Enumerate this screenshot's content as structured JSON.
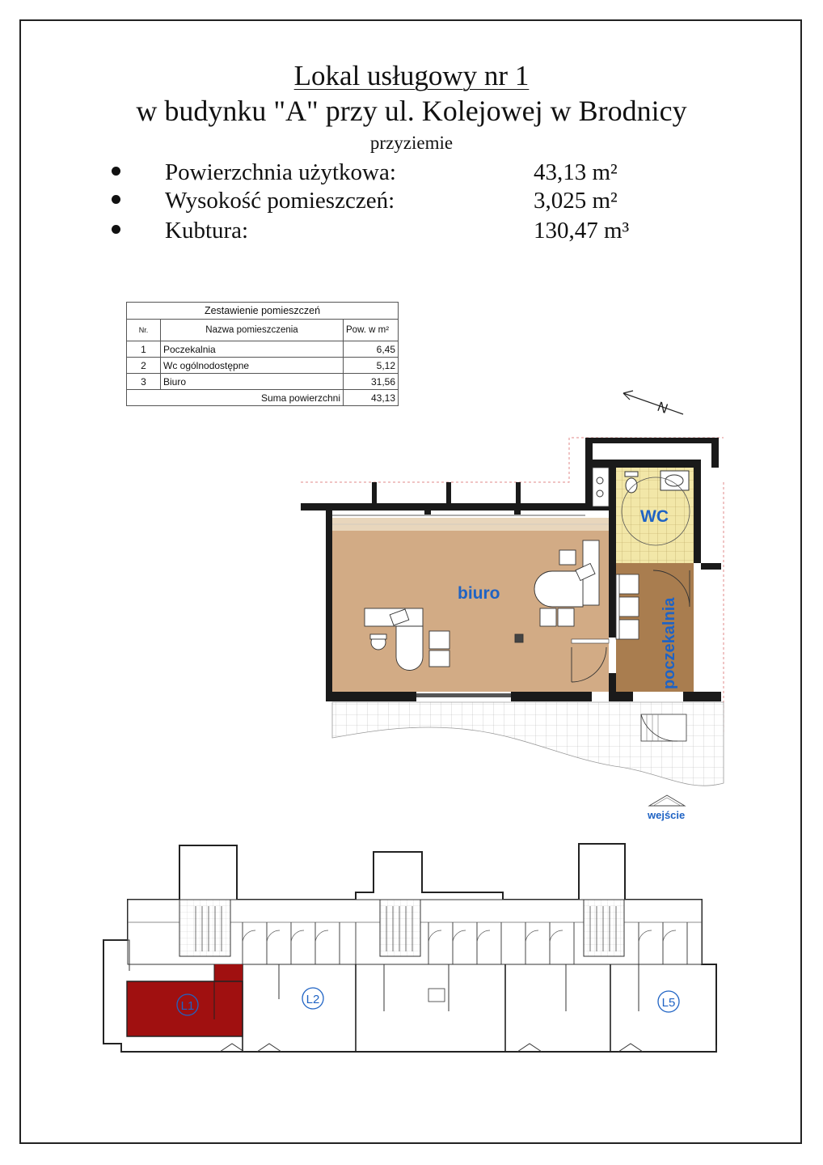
{
  "header": {
    "title": "Lokal usługowy nr 1",
    "subtitle": "w budynku \"A\" przy ul. Kolejowej w Brodnicy",
    "level": "przyziemie"
  },
  "specs": [
    {
      "label": "Powierzchnia użytkowa:",
      "value": "43,13 m²"
    },
    {
      "label": "Wysokość pomieszczeń:",
      "value": "3,025 m²"
    },
    {
      "label": "Kubtura:",
      "value": "130,47 m³"
    }
  ],
  "rooms_table": {
    "title": "Zestawienie pomieszczeń",
    "col_nr": "Nr.",
    "col_name": "Nazwa pomieszczenia",
    "col_area": "Pow. w m²",
    "rows": [
      {
        "nr": "1",
        "name": "Poczekalnia",
        "area": "6,45"
      },
      {
        "nr": "2",
        "name": "Wc ogólnodostępne",
        "area": "5,12"
      },
      {
        "nr": "3",
        "name": "Biuro",
        "area": "31,56"
      }
    ],
    "sum_label": "Suma powierzchni",
    "sum_value": "43,13"
  },
  "plan": {
    "office_label": "biuro",
    "wc_label": "WC",
    "waiting_label": "poczekalnia",
    "entrance_label": "wejście",
    "north_label": "N",
    "colors": {
      "office": "#d2ab85",
      "waiting": "#a97d4f",
      "wc": "#f2e7a8",
      "wall": "#1a1a1a",
      "label": "#1f63c4"
    }
  },
  "site_plan": {
    "units": [
      "L1",
      "L2",
      "L5"
    ],
    "colors": {
      "highlight": "#a01010",
      "unit_label": "#1f63c4"
    }
  }
}
